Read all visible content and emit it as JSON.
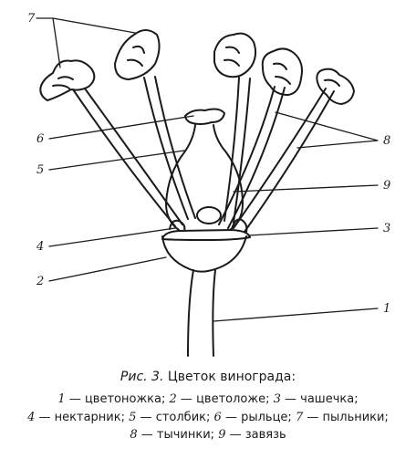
{
  "figure": {
    "labels": [
      "7",
      "6",
      "5",
      "4",
      "2",
      "8",
      "9",
      "3",
      "1"
    ]
  },
  "caption": {
    "prefix": "Рис. 3.",
    "title": "Цветок винограда:"
  },
  "legend": [
    {
      "num": "1",
      "text": "цветоножка"
    },
    {
      "num": "2",
      "text": "цветоложе"
    },
    {
      "num": "3",
      "text": "чашечка"
    },
    {
      "num": "4",
      "text": "нектарник"
    },
    {
      "num": "5",
      "text": "столбик"
    },
    {
      "num": "6",
      "text": "рыльце"
    },
    {
      "num": "7",
      "text": "пыльники"
    },
    {
      "num": "8",
      "text": "тычинки"
    },
    {
      "num": "9",
      "text": "завязь"
    }
  ],
  "legend_layout": [
    [
      0,
      1,
      2
    ],
    [
      3,
      4,
      5,
      6
    ],
    [
      7,
      8
    ]
  ],
  "separators": {
    "dash": " — ",
    "item": "; "
  }
}
